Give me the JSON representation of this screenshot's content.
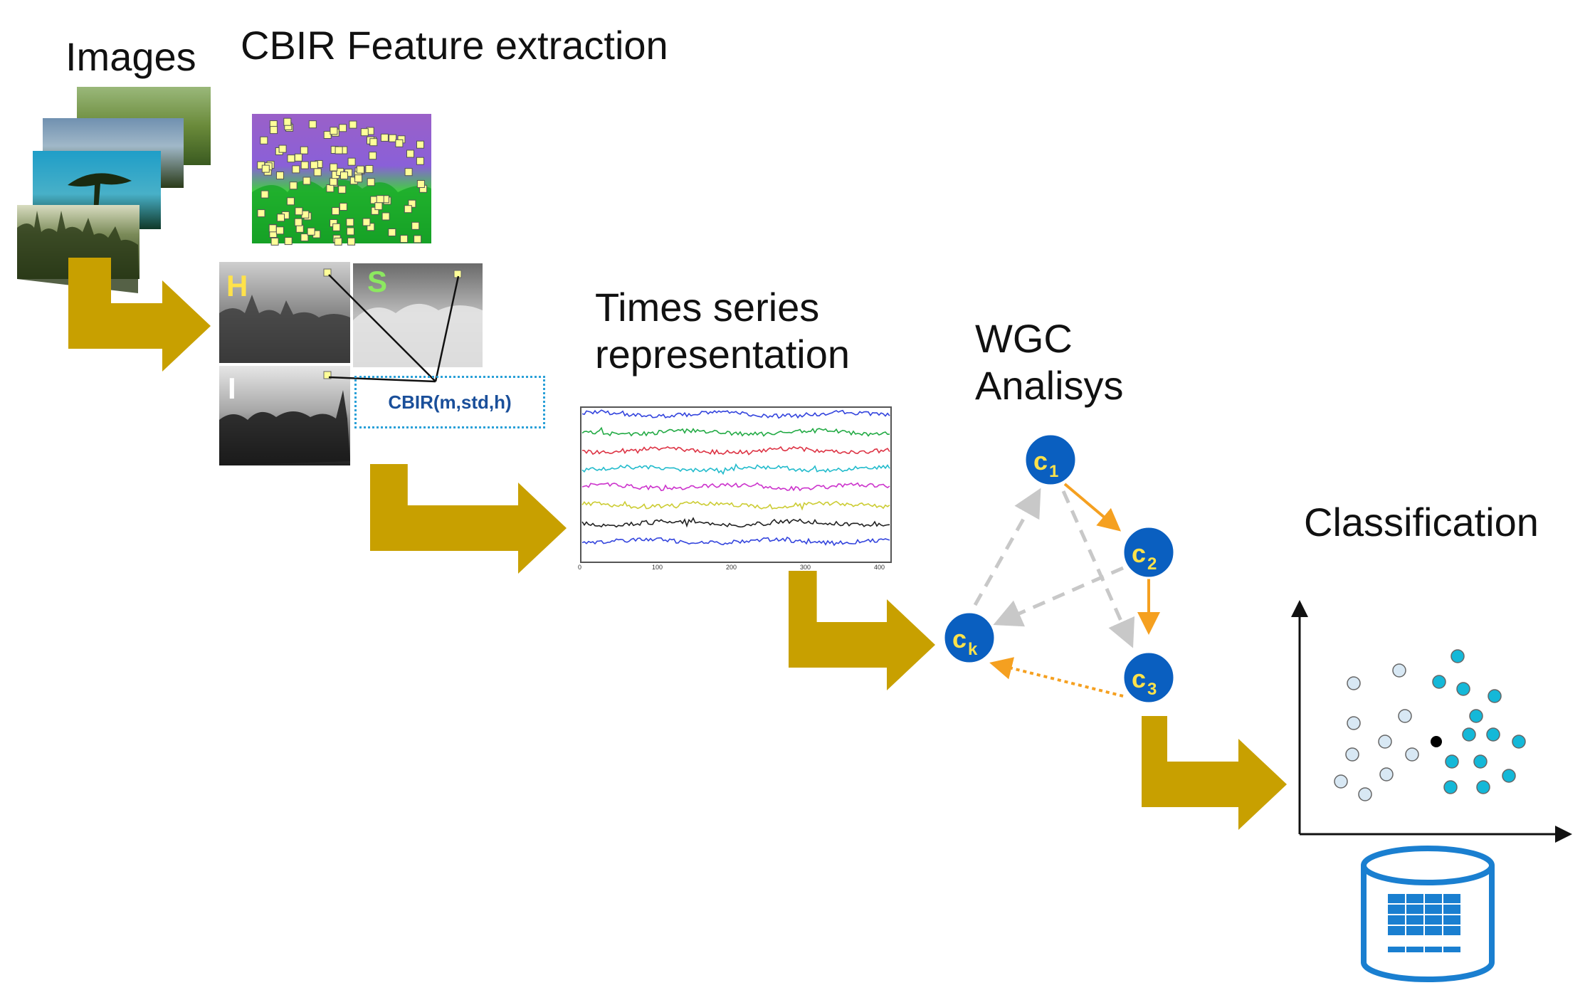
{
  "labels": {
    "images": "Images",
    "feature_extraction": "CBIR Feature extraction",
    "time_series_line1": "Times series",
    "time_series_line2": "representation",
    "wgc_line1": "WGC",
    "wgc_line2": "Analisys",
    "classification": "Classification"
  },
  "channels": {
    "h": "H",
    "s": "S",
    "i": "I"
  },
  "cbir_formula": "CBIR(m,std,h)",
  "graph_nodes": [
    {
      "id": "c1",
      "base": "c",
      "sub": "1"
    },
    {
      "id": "c2",
      "base": "c",
      "sub": "2"
    },
    {
      "id": "c3",
      "base": "c",
      "sub": "3"
    },
    {
      "id": "ck",
      "base": "c",
      "sub": "k"
    }
  ],
  "time_series_axis": {
    "ticks": [
      "0",
      "100",
      "200",
      "300",
      "400"
    ],
    "series_colors": [
      "#3344dd",
      "#22aa44",
      "#dd3344",
      "#22bbcc",
      "#cc33cc",
      "#cccc33",
      "#222222",
      "#3344dd"
    ]
  },
  "colors": {
    "arrow": "#c8a000",
    "node": "#0a5fc0",
    "node_text": "#ffe24a",
    "edge_active": "#f5a020",
    "edge_inactive": "#c8c8c8",
    "class_a": "#d8e8f4",
    "class_b": "#14b8d8",
    "db": "#1a7fd0"
  },
  "icons": {
    "database": "database-icon"
  }
}
